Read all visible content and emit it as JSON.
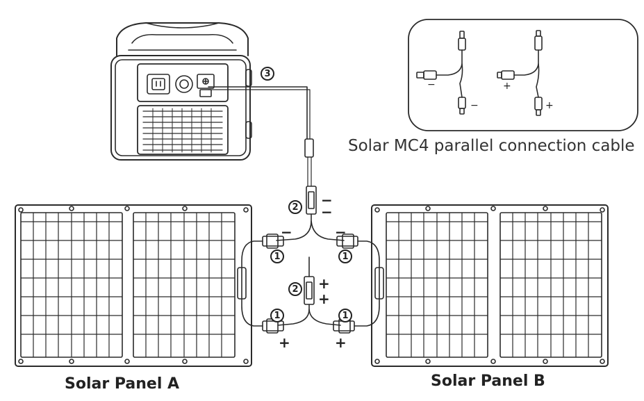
{
  "panel_a": {
    "label": "Solar Panel A"
  },
  "panel_b": {
    "label": "Solar Panel B"
  },
  "inset": {
    "caption": "Solar MC4 parallel connection cable",
    "neg_sign": "−",
    "pos_sign": "+"
  },
  "markers": {
    "one": "1",
    "two": "2",
    "three": "3"
  },
  "signs": {
    "negative": "−",
    "positive": "+"
  },
  "colors": {
    "line": "#2a2a2a",
    "background": "#ffffff"
  }
}
